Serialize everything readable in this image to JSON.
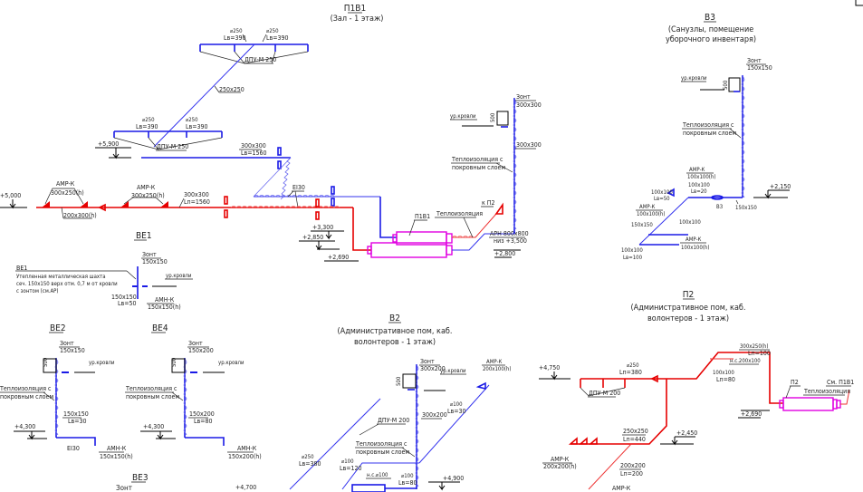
{
  "colors": {
    "supply_red": "#e60000",
    "exhaust_blue": "#1a1ae6",
    "unit_magenta": "#e000e0",
    "annotation": "#222222"
  },
  "systems": {
    "pv1": {
      "id": "П1В1",
      "title": "(Зал - 1 этаж)",
      "labels": {
        "d250_a": "⌀250",
        "lv390_a": "Lв=390",
        "d250_b": "⌀250",
        "lv390_b": "Lв=390",
        "dpu_top": "ДПУ-М 250",
        "duct_250": "250х250",
        "d250_c": "⌀250",
        "lv390_c": "Lв=390",
        "d250_d": "⌀250",
        "lv390_d": "Lв=390",
        "dpu_mid": "ДПУ-М 250",
        "duct_300_blue": "300х300",
        "lv1560": "Lв=1560",
        "amr_a": "АМР-К",
        "amr_a_size": "300х250(h)",
        "amr_b": "АМР-К",
        "amr_b_size": "300х250(h)",
        "duct_300_red": "300х300",
        "lp1560": "Lп=1560",
        "duct_200": "200х300(h)",
        "ei30": "EI30",
        "unit": "П1В1",
        "insulation": "Теплоизоляция",
        "to_p2": "к П2",
        "apn": "АРН 800х800",
        "apn_low": "низ +3,500",
        "umbrella": "Зонт",
        "umbrella_size": "300х300",
        "roof": "ур.кровли",
        "riser_size": "300х300",
        "insulation_cover": "Теплоизоляция с",
        "insulation_cover2": "покровным слоем",
        "h500": "500"
      },
      "levels": {
        "l5900": "+5,900",
        "l5000": "+5,000",
        "l3300": "+3,300",
        "l2850": "+2,850",
        "l2690": "+2,690",
        "l2800": "+2,800"
      }
    },
    "v3": {
      "id": "В3",
      "title_line1": "(Санузлы, помещение",
      "title_line2": "уборочного инвентаря)",
      "labels": {
        "umbrella": "Зонт",
        "umbrella_size": "150х150",
        "roof": "ур.кровли",
        "h500": "500",
        "insulation_cover": "Теплоизоляция с",
        "insulation_cover2": "покровным слоем",
        "amr_a": "АМР-К",
        "amr_a_size": "100х100(h)",
        "d100a": "100х100",
        "lv20": "Lв=20",
        "d100b": "100х100",
        "lv50": "Lв=50",
        "amr_b": "АМР-К",
        "amr_b_size": "100х100(h)",
        "d150": "150х150",
        "d100c": "100х100",
        "amr_c": "АМР-К",
        "amr_c_size": "100х100(h)",
        "d100d": "100х100",
        "lv100": "Lв=100",
        "b3": "В3",
        "d150x150": "150х150",
        "level": "+2,150"
      }
    },
    "ve1": {
      "id": "ВЕ1",
      "note_title": "ВЕ1",
      "note_lines": [
        "Утепленная металлическая шахта",
        "сеч. 150х150 верх отм. 0,7 м от кровли",
        "с зонтом (см.АР)"
      ],
      "umbrella": "Зонт",
      "umbrella_size": "150х150",
      "roof": "ур.кровли",
      "size": "150х150",
      "lv": "Lв=50",
      "amn": "АМН-К",
      "amn_size": "150х150(h)"
    },
    "ve2": {
      "id": "ВЕ2",
      "umbrella": "Зонт",
      "umbrella_size": "150х150",
      "roof": "ур.кровли",
      "h500": "500",
      "insulation_cover": "Теплоизоляция с",
      "insulation_cover2": "покровным слоем",
      "size": "150х150",
      "lv": "Lв=30",
      "level": "+4,300",
      "ei30": "EI30",
      "amn": "АМН-К",
      "amn_size": "150х150(h)"
    },
    "ve4": {
      "id": "ВЕ4",
      "umbrella": "Зонт",
      "umbrella_size": "150х200",
      "roof": "ур.кровли",
      "h500": "500",
      "insulation_cover": "Теплоизоляция с",
      "insulation_cover2": "покровным слоем",
      "size": "150х200",
      "lv": "Lв=80",
      "level": "+4,300",
      "amn": "АМН-К",
      "amn_size": "150х200(h)"
    },
    "ve3": {
      "id": "ВЕ3",
      "umbrella": "Зонт",
      "level": "+4,700"
    },
    "v2": {
      "id": "В2",
      "title_line1": "(Административное пом, каб.",
      "title_line2": "волонтеров - 1 этаж)",
      "labels": {
        "umbrella": "Зонт",
        "umbrella_size": "300х200",
        "roof": "ур.кровли",
        "h500": "500",
        "amr": "АМР-К",
        "amr_size": "200х100(h)",
        "d100a": "⌀100",
        "lv30": "Lв=30",
        "dpu": "ДПУ-М 200",
        "riser": "300х200",
        "insulation_cover": "Теплоизоляция с",
        "insulation_cover2": "покровным слоем",
        "d250": "⌀250",
        "lv380": "Lв=380",
        "d100b": "⌀100",
        "lv120": "Lв=120",
        "ns100": "н.с.⌀100",
        "d100c": "⌀100",
        "lv80": "Lв=80",
        "level": "+4,900"
      }
    },
    "p2": {
      "id": "П2",
      "title_line1": "(Административное пом, каб.",
      "title_line2": "волонтеров - 1 этаж)",
      "labels": {
        "level_top": "+4,750",
        "d250": "⌀250",
        "lp380": "Lп=380",
        "dpu": "ДПУ-М 200",
        "d300": "300х250(h)",
        "lp100": "Lп=100",
        "ns": "н.с.200х100",
        "d100": "100х100",
        "lp80": "Lп=80",
        "unit": "П2",
        "see": "См. П1В1",
        "insulation": "Теплоизоляция",
        "level_unit": "+2,690",
        "d250x250": "250х250",
        "lp440": "Lп=440",
        "level_mid": "+2,450",
        "amr": "АМР-К",
        "amr_size": "200х200(h)",
        "d200": "200х200",
        "lp200": "Lп=200",
        "amr_b": "АМР-К"
      }
    }
  }
}
